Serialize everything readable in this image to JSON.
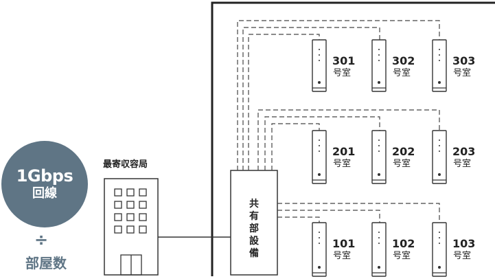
{
  "line_badge": {
    "speed": "1Gbps",
    "label": "回線"
  },
  "divide_symbol": "÷",
  "per_room_label": "部屋数",
  "office_label": "最寄収容局",
  "common_equipment_label": "共\n有\n部\n設\n備",
  "room_suffix": "号室",
  "rooms": [
    {
      "number": "301"
    },
    {
      "number": "302"
    },
    {
      "number": "303"
    },
    {
      "number": "201"
    },
    {
      "number": "202"
    },
    {
      "number": "203"
    },
    {
      "number": "101"
    },
    {
      "number": "102"
    },
    {
      "number": "103"
    }
  ],
  "colors": {
    "badge": "#5f7585",
    "line": "#333333"
  }
}
